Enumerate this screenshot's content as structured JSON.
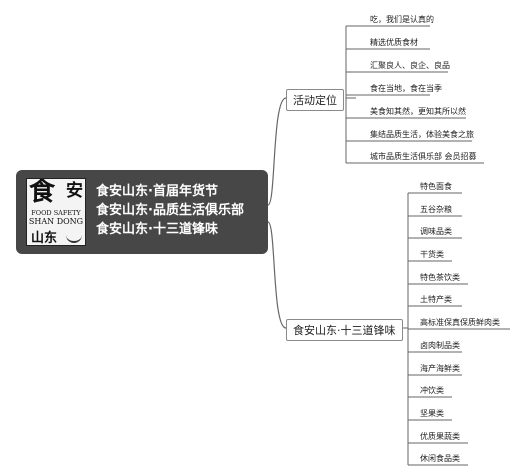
{
  "central": {
    "logo": {
      "big_char": "食",
      "big_char2": "安",
      "line1": "FOOD SAFETY",
      "line2": "SHAN DONG",
      "line3": "山东"
    },
    "lines": [
      "食安山东·首届年货节",
      "食安山东·品质生活俱乐部",
      "食安山东·十三道锋味"
    ]
  },
  "branches": [
    {
      "label": "活动定位",
      "children": [
        "吃，我们是认真的",
        "精选优质食材",
        "汇聚良人、良企、良品",
        "食在当地，食在当季",
        "美食知其然，更知其所以然",
        "集结品质生活，体验美食之旅",
        "城市品质生活俱乐部 会员招募"
      ]
    },
    {
      "label": "食安山东·十三道锋味",
      "children": [
        "特色面食",
        "五谷杂粮",
        "调味品类",
        "干货类",
        "特色茶饮类",
        "土特产类",
        "高标准保真保质鲜肉类",
        "卤肉制品类",
        "海产海鲜类",
        "冲饮类",
        "坚果类",
        "优质果蔬类",
        "休闲食品类"
      ]
    }
  ],
  "colors": {
    "central_bg": "#474747",
    "line": "#666666"
  }
}
